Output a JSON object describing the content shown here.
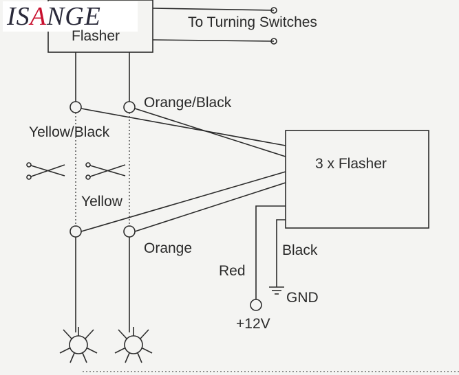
{
  "logo": {
    "text_a": "IS",
    "text_b": "A",
    "text_c": "NGE",
    "accent": "#c8102e"
  },
  "flasher": {
    "label": "Flasher"
  },
  "switches": {
    "label": "To Turning Switches"
  },
  "multi_flasher": {
    "label": "3 x Flasher"
  },
  "wires": {
    "orange_black": "Orange/Black",
    "yellow_black": "Yellow/Black",
    "yellow": "Yellow",
    "orange": "Orange",
    "red": "Red",
    "black": "Black"
  },
  "power": {
    "gnd": "GND",
    "plus12v": "+12V"
  },
  "colors": {
    "line": "#2b2b2b",
    "text": "#2a2a2a",
    "background": "#f4f4f2"
  }
}
